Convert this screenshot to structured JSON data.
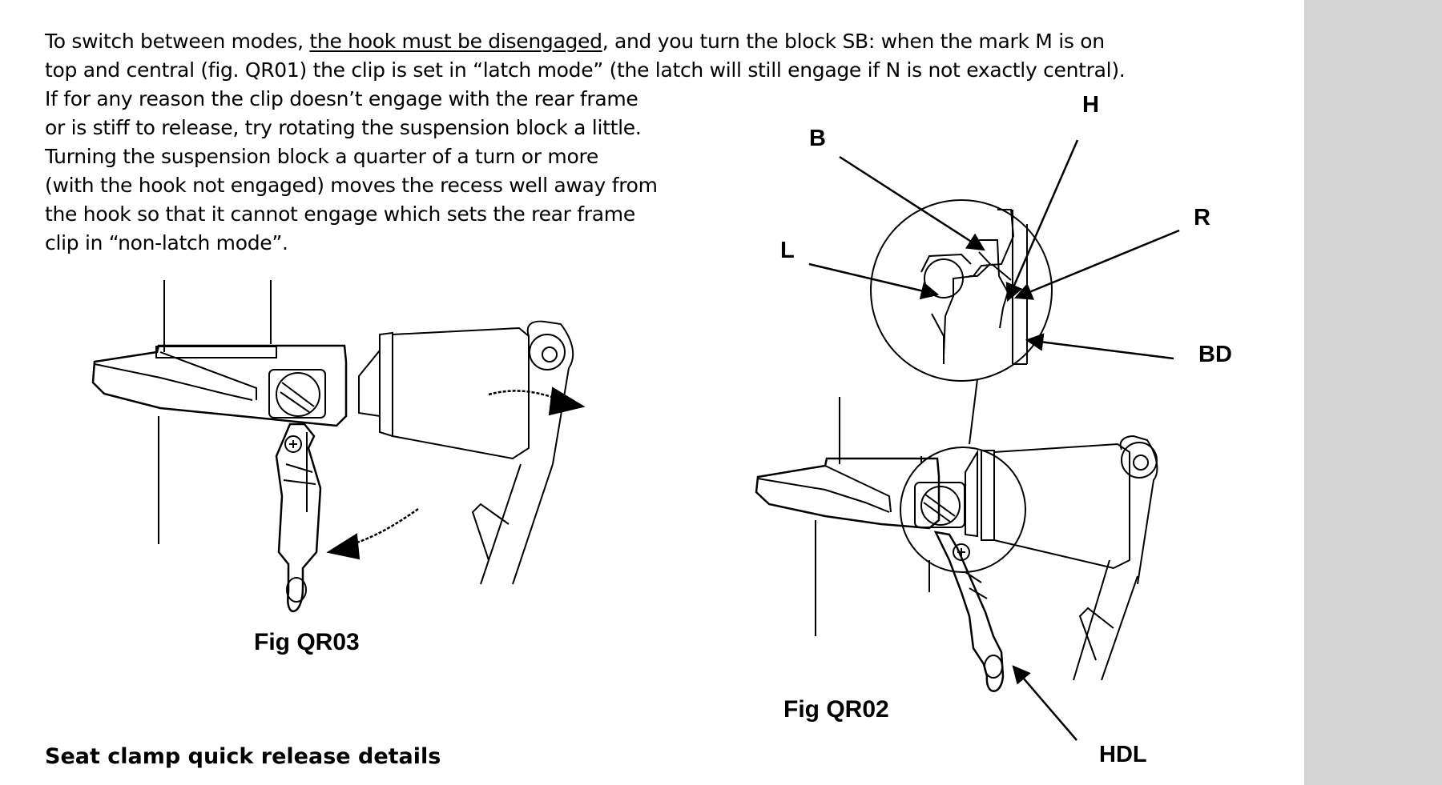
{
  "paragraph": {
    "line1_pre": "To switch between modes, ",
    "line1_underlined": "the hook must be disengaged",
    "line1_post": ", and you turn the block SB: when the mark M is on",
    "line2": "top and central (fig. QR01) the clip is set in “latch mode” (the latch will still engage if N is not exactly central).",
    "line3": "If for any reason the clip doesn’t engage with the rear frame",
    "line4": "or is stiff to release, try rotating the suspension block a little.",
    "line5": "Turning the suspension block a quarter of a turn or more",
    "line6": "(with the hook not engaged) moves the recess well away from",
    "line7": "the hook so that it cannot engage which sets the rear frame",
    "line8": "clip in “non-latch mode”."
  },
  "labels": {
    "h": "H",
    "b": "B",
    "r": "R",
    "l": "L",
    "bd": "BD",
    "hdl": "HDL"
  },
  "captions": {
    "fig_left": "Fig QR03",
    "fig_right": "Fig QR02"
  },
  "section_heading": "Seat clamp quick release details",
  "colors": {
    "sidebar": "#d4d4d4",
    "ink": "#000000"
  }
}
